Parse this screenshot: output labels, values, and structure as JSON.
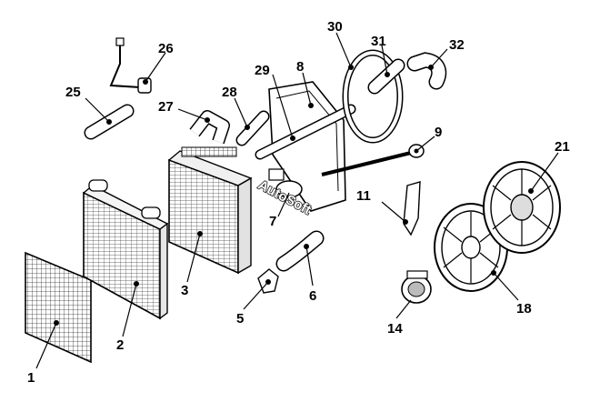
{
  "watermark": "AutoSoft",
  "labels": {
    "l1": "1",
    "l2": "2",
    "l3": "3",
    "l5": "5",
    "l6": "6",
    "l7": "7",
    "l8": "8",
    "l9": "9",
    "l11": "11",
    "l14": "14",
    "l18": "18",
    "l21": "21",
    "l25": "25",
    "l26": "26",
    "l27": "27",
    "l28": "28",
    "l29": "29",
    "l30": "30",
    "l31": "31",
    "l32": "32"
  }
}
